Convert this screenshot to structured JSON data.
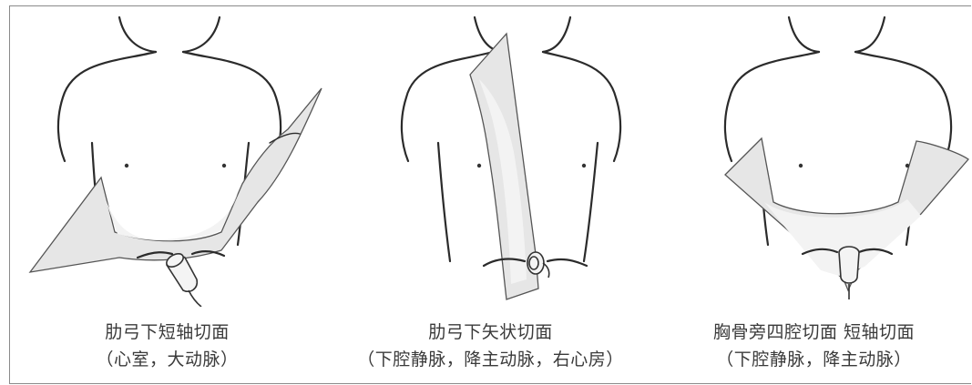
{
  "panels": [
    {
      "title": "肋弓下短轴切面",
      "subtitle": "（心室，大动脉）"
    },
    {
      "title": "肋弓下矢状切面",
      "subtitle": "（下腔静脉，降主动脉，右心房）"
    },
    {
      "title": "胸骨旁四腔切面 短轴切面",
      "subtitle": "（下腔静脉，降主动脉）"
    }
  ]
}
